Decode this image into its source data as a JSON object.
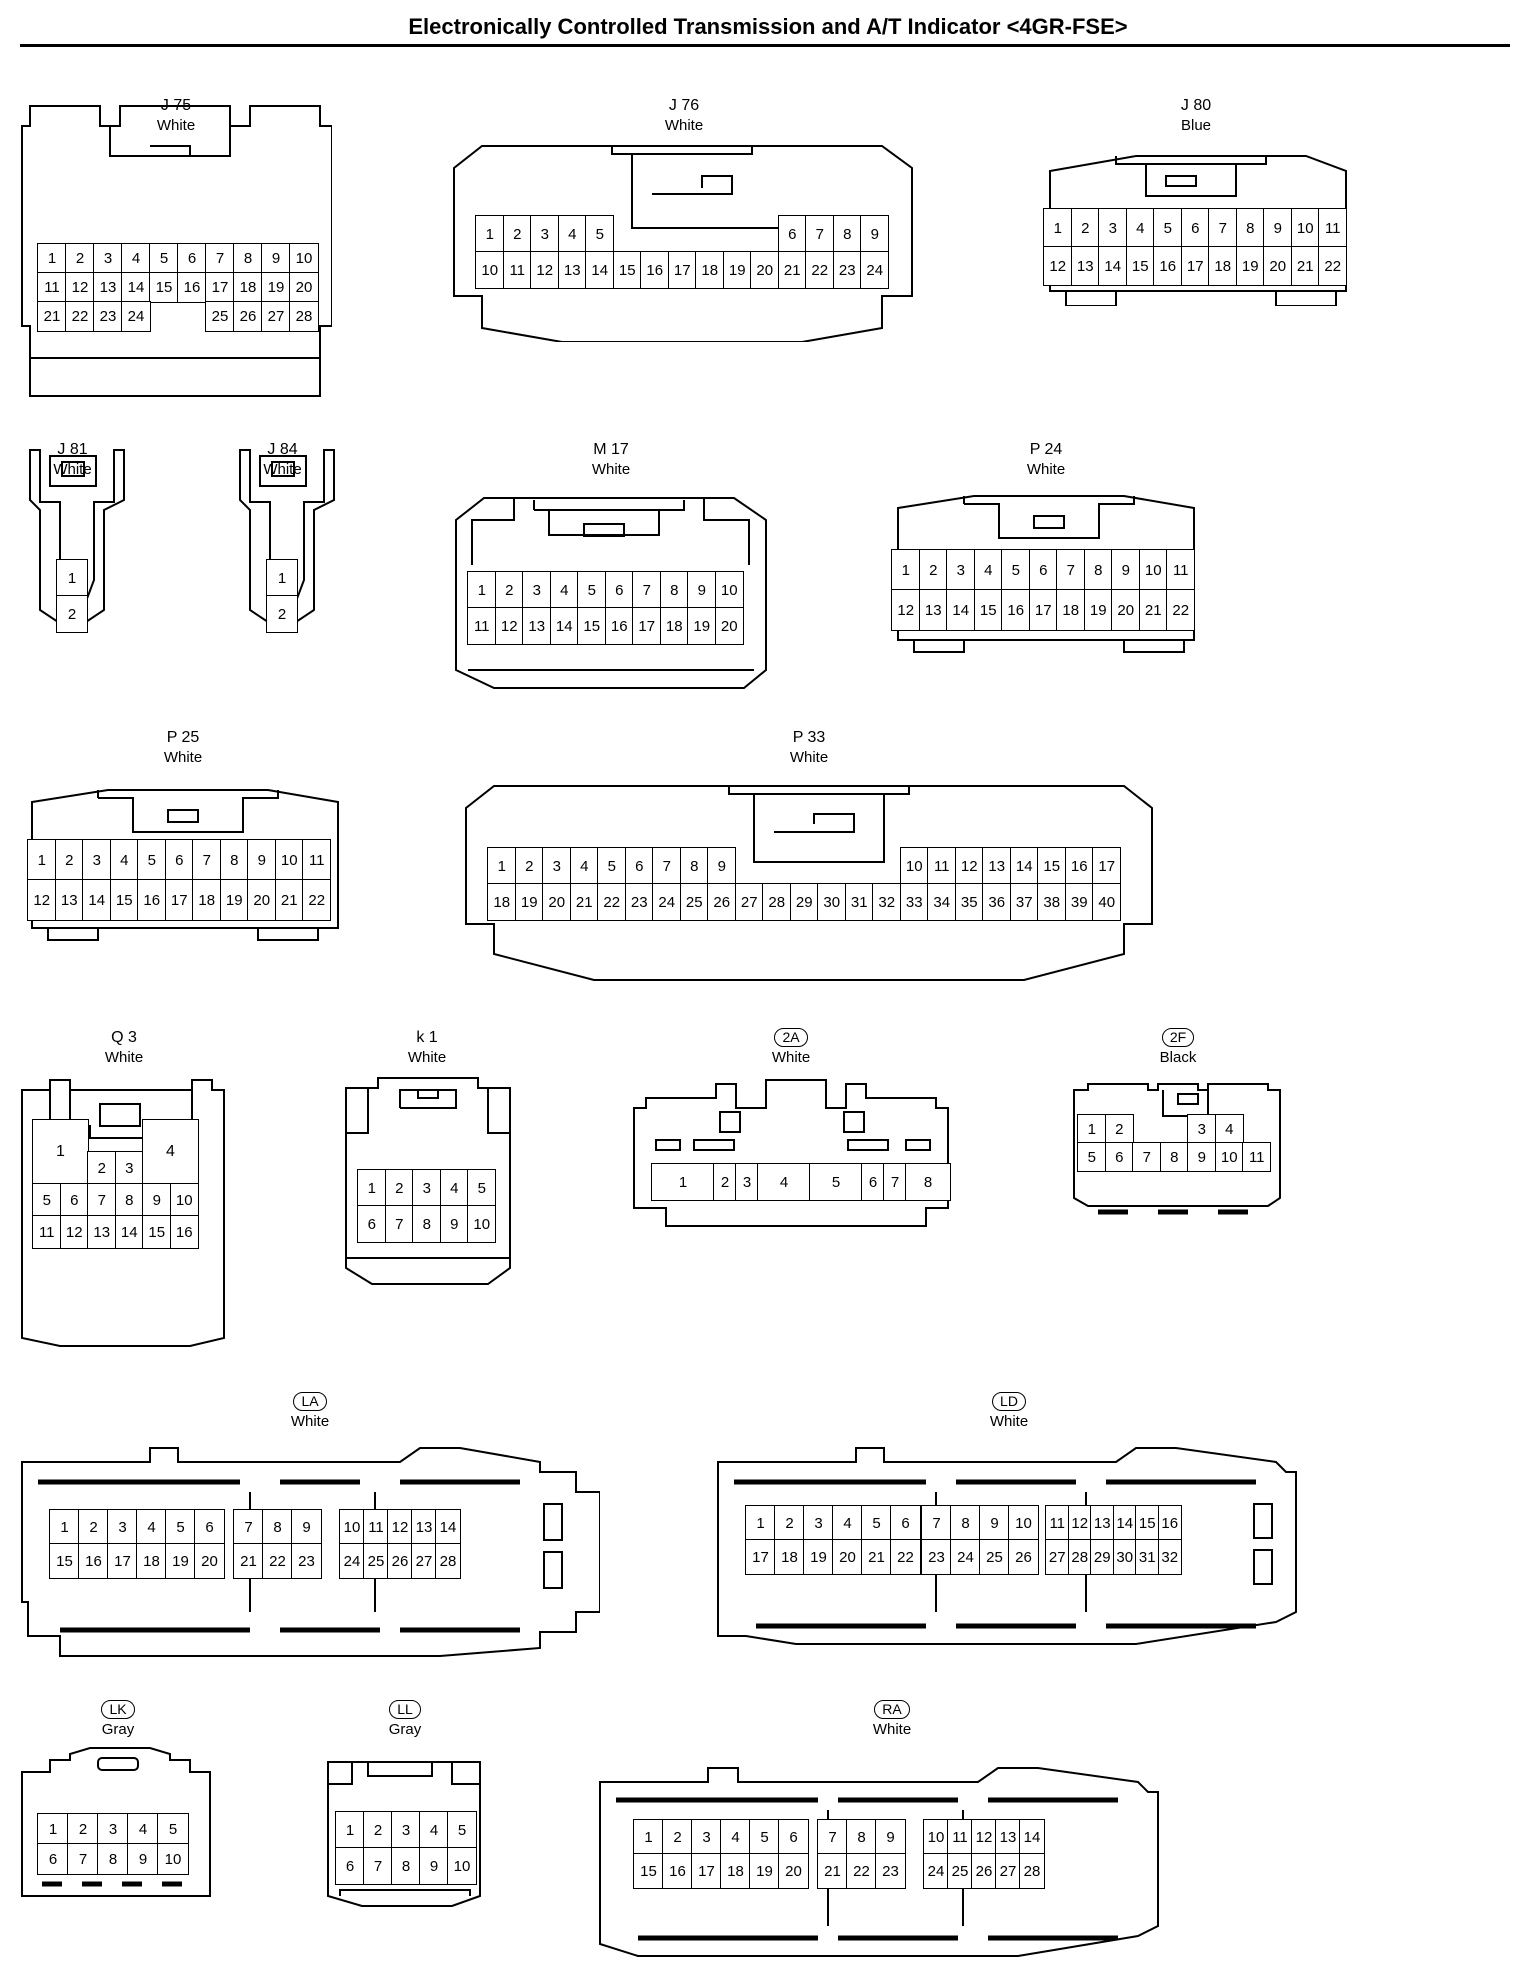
{
  "page": {
    "title": "Electronically Controlled Transmission and A/T Indicator <4GR-FSE>"
  },
  "connectors": [
    {
      "id": "J 75",
      "color": "White",
      "circled": false,
      "rows": [
        [
          "1",
          "2",
          "3",
          "4",
          "5",
          "6",
          "7",
          "8",
          "9",
          "10"
        ],
        [
          "11",
          "12",
          "13",
          "14",
          "15",
          "16",
          "17",
          "18",
          "19",
          "20"
        ],
        [
          "21",
          "22",
          "23",
          "24",
          "",
          "",
          "25",
          "26",
          "27",
          "28"
        ]
      ]
    },
    {
      "id": "J 76",
      "color": "White",
      "circled": false,
      "rows": [
        [
          "1",
          "2",
          "3",
          "4",
          "5",
          "",
          "",
          "",
          "",
          "",
          "",
          "6",
          "7",
          "8",
          "9"
        ],
        [
          "10",
          "11",
          "12",
          "13",
          "14",
          "15",
          "16",
          "17",
          "18",
          "19",
          "20",
          "21",
          "22",
          "23",
          "24"
        ]
      ]
    },
    {
      "id": "J 80",
      "color": "Blue",
      "circled": false,
      "rows": [
        [
          "1",
          "2",
          "3",
          "4",
          "5",
          "6",
          "7",
          "8",
          "9",
          "10",
          "11"
        ],
        [
          "12",
          "13",
          "14",
          "15",
          "16",
          "17",
          "18",
          "19",
          "20",
          "21",
          "22"
        ]
      ]
    },
    {
      "id": "J 81",
      "color": "White",
      "circled": false,
      "rows": [
        [
          "1"
        ],
        [
          "2"
        ]
      ]
    },
    {
      "id": "J 84",
      "color": "White",
      "circled": false,
      "rows": [
        [
          "1"
        ],
        [
          "2"
        ]
      ]
    },
    {
      "id": "M 17",
      "color": "White",
      "circled": false,
      "rows": [
        [
          "1",
          "2",
          "3",
          "4",
          "5",
          "6",
          "7",
          "8",
          "9",
          "10"
        ],
        [
          "11",
          "12",
          "13",
          "14",
          "15",
          "16",
          "17",
          "18",
          "19",
          "20"
        ]
      ]
    },
    {
      "id": "P 24",
      "color": "White",
      "circled": false,
      "rows": [
        [
          "1",
          "2",
          "3",
          "4",
          "5",
          "6",
          "7",
          "8",
          "9",
          "10",
          "11"
        ],
        [
          "12",
          "13",
          "14",
          "15",
          "16",
          "17",
          "18",
          "19",
          "20",
          "21",
          "22"
        ]
      ]
    },
    {
      "id": "P 25",
      "color": "White",
      "circled": false,
      "rows": [
        [
          "1",
          "2",
          "3",
          "4",
          "5",
          "6",
          "7",
          "8",
          "9",
          "10",
          "11"
        ],
        [
          "12",
          "13",
          "14",
          "15",
          "16",
          "17",
          "18",
          "19",
          "20",
          "21",
          "22"
        ]
      ]
    },
    {
      "id": "P 33",
      "color": "White",
      "circled": false,
      "rows": [
        [
          "1",
          "2",
          "3",
          "4",
          "5",
          "6",
          "7",
          "8",
          "9",
          "",
          "",
          "",
          "",
          "",
          "",
          "10",
          "11",
          "12",
          "13",
          "14",
          "15",
          "16",
          "17"
        ],
        [
          "18",
          "19",
          "20",
          "21",
          "22",
          "23",
          "24",
          "25",
          "26",
          "27",
          "28",
          "29",
          "30",
          "31",
          "32",
          "33",
          "34",
          "35",
          "36",
          "37",
          "38",
          "39",
          "40"
        ]
      ]
    },
    {
      "id": "Q 3",
      "color": "White",
      "circled": false,
      "rows": [
        [
          "1",
          "2",
          "3",
          "4"
        ],
        [
          "5",
          "6",
          "7",
          "8",
          "9",
          "10"
        ],
        [
          "11",
          "12",
          "13",
          "14",
          "15",
          "16"
        ]
      ]
    },
    {
      "id": "k 1",
      "color": "White",
      "circled": false,
      "rows": [
        [
          "1",
          "2",
          "3",
          "4",
          "5"
        ],
        [
          "6",
          "7",
          "8",
          "9",
          "10"
        ]
      ]
    },
    {
      "id": "2A",
      "color": "White",
      "circled": true,
      "rows": [
        [
          "1",
          "2",
          "3",
          "4",
          "5",
          "6",
          "7",
          "8"
        ]
      ]
    },
    {
      "id": "2F",
      "color": "Black",
      "circled": true,
      "rows": [
        [
          "1",
          "2",
          "",
          "",
          "3",
          "4"
        ],
        [
          "5",
          "6",
          "7",
          "8",
          "9",
          "10",
          "11"
        ]
      ]
    },
    {
      "id": "LA",
      "color": "White",
      "circled": true,
      "rows": [
        [
          "1",
          "2",
          "3",
          "4",
          "5",
          "6",
          "7",
          "8",
          "9",
          "10",
          "11",
          "12",
          "13",
          "14"
        ],
        [
          "15",
          "16",
          "17",
          "18",
          "19",
          "20",
          "21",
          "22",
          "23",
          "24",
          "25",
          "26",
          "27",
          "28"
        ]
      ]
    },
    {
      "id": "LD",
      "color": "White",
      "circled": true,
      "rows": [
        [
          "1",
          "2",
          "3",
          "4",
          "5",
          "6",
          "7",
          "8",
          "9",
          "10",
          "11",
          "12",
          "13",
          "14",
          "15",
          "16"
        ],
        [
          "17",
          "18",
          "19",
          "20",
          "21",
          "22",
          "23",
          "24",
          "25",
          "26",
          "27",
          "28",
          "29",
          "30",
          "31",
          "32"
        ]
      ]
    },
    {
      "id": "LK",
      "color": "Gray",
      "circled": true,
      "rows": [
        [
          "1",
          "2",
          "3",
          "4",
          "5"
        ],
        [
          "6",
          "7",
          "8",
          "9",
          "10"
        ]
      ]
    },
    {
      "id": "LL",
      "color": "Gray",
      "circled": true,
      "rows": [
        [
          "1",
          "2",
          "3",
          "4",
          "5"
        ],
        [
          "6",
          "7",
          "8",
          "9",
          "10"
        ]
      ]
    },
    {
      "id": "RA",
      "color": "White",
      "circled": true,
      "rows": [
        [
          "1",
          "2",
          "3",
          "4",
          "5",
          "6",
          "7",
          "8",
          "9",
          "10",
          "11",
          "12",
          "13",
          "14"
        ],
        [
          "15",
          "16",
          "17",
          "18",
          "19",
          "20",
          "21",
          "22",
          "23",
          "24",
          "25",
          "26",
          "27",
          "28"
        ]
      ]
    }
  ]
}
